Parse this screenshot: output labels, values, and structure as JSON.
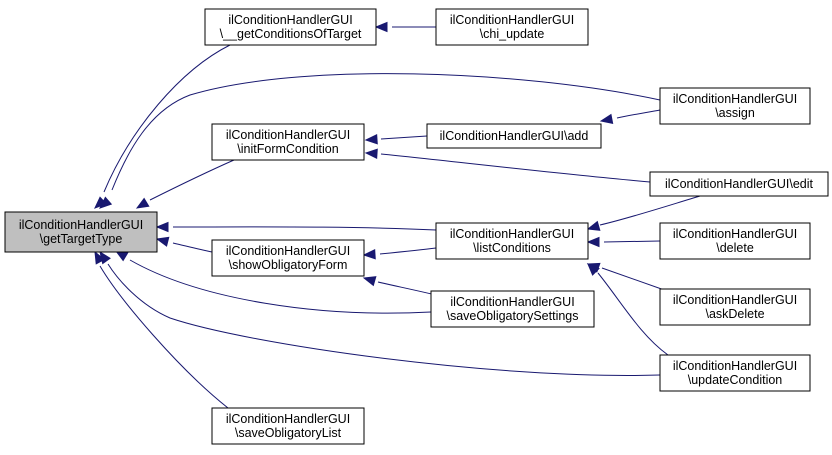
{
  "graph": {
    "nodes": [
      {
        "id": "gtt",
        "lines": [
          "ilConditionHandlerGUI",
          "\\getTargetType"
        ],
        "highlighted": true
      },
      {
        "id": "gcot",
        "lines": [
          "ilConditionHandlerGUI",
          "\\__getConditionsOfTarget"
        ]
      },
      {
        "id": "chi",
        "lines": [
          "ilConditionHandlerGUI",
          "\\chi_update"
        ]
      },
      {
        "id": "ifc",
        "lines": [
          "ilConditionHandlerGUI",
          "\\initFormCondition"
        ]
      },
      {
        "id": "add",
        "lines": [
          "ilConditionHandlerGUI\\add"
        ]
      },
      {
        "id": "assign",
        "lines": [
          "ilConditionHandlerGUI",
          "\\assign"
        ]
      },
      {
        "id": "edit",
        "lines": [
          "ilConditionHandlerGUI\\edit"
        ]
      },
      {
        "id": "lc",
        "lines": [
          "ilConditionHandlerGUI",
          "\\listConditions"
        ]
      },
      {
        "id": "sof",
        "lines": [
          "ilConditionHandlerGUI",
          "\\showObligatoryForm"
        ]
      },
      {
        "id": "del",
        "lines": [
          "ilConditionHandlerGUI",
          "\\delete"
        ]
      },
      {
        "id": "sos",
        "lines": [
          "ilConditionHandlerGUI",
          "\\saveObligatorySettings"
        ]
      },
      {
        "id": "ad",
        "lines": [
          "ilConditionHandlerGUI",
          "\\askDelete"
        ]
      },
      {
        "id": "uc",
        "lines": [
          "ilConditionHandlerGUI",
          "\\updateCondition"
        ]
      },
      {
        "id": "sol",
        "lines": [
          "ilConditionHandlerGUI",
          "\\saveObligatoryList"
        ]
      }
    ],
    "edges": [
      {
        "from": "gcot",
        "to": "gtt"
      },
      {
        "from": "chi",
        "to": "gcot"
      },
      {
        "from": "assign",
        "to": "gtt"
      },
      {
        "from": "ifc",
        "to": "gtt"
      },
      {
        "from": "add",
        "to": "ifc"
      },
      {
        "from": "assign",
        "to": "add"
      },
      {
        "from": "edit",
        "to": "ifc"
      },
      {
        "from": "lc",
        "to": "gtt"
      },
      {
        "from": "sof",
        "to": "gtt"
      },
      {
        "from": "lc",
        "to": "sof"
      },
      {
        "from": "sos",
        "to": "sof"
      },
      {
        "from": "sos",
        "to": "gtt"
      },
      {
        "from": "uc",
        "to": "gtt"
      },
      {
        "from": "sol",
        "to": "gtt"
      },
      {
        "from": "edit",
        "to": "lc"
      },
      {
        "from": "del",
        "to": "lc"
      },
      {
        "from": "ad",
        "to": "lc"
      },
      {
        "from": "uc",
        "to": "lc"
      }
    ]
  }
}
